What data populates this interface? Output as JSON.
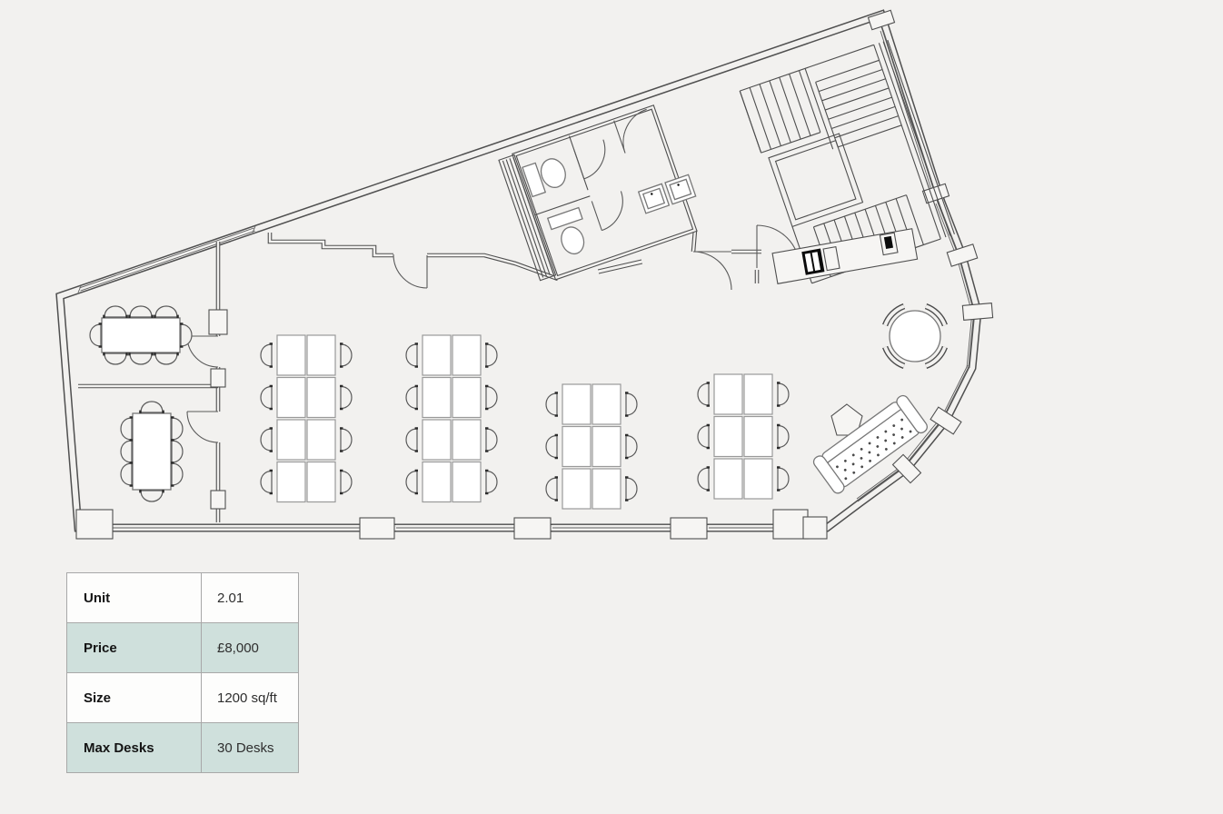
{
  "info_table": {
    "rows": [
      {
        "label": "Unit",
        "value": "2.01",
        "highlight": false
      },
      {
        "label": "Price",
        "value": "£8,000",
        "highlight": true
      },
      {
        "label": "Size",
        "value": "1200 sq/ft",
        "highlight": false
      },
      {
        "label": "Max Desks",
        "value": "30 Desks",
        "highlight": true
      }
    ]
  },
  "colors": {
    "background": "#f2f1ef",
    "row_highlight": "#cfe0dc",
    "table_border": "#a8a8a8",
    "plan_line": "#4f4f4f",
    "furniture_fill": "#ffffff",
    "sink_fill": "#0b0b0b"
  }
}
